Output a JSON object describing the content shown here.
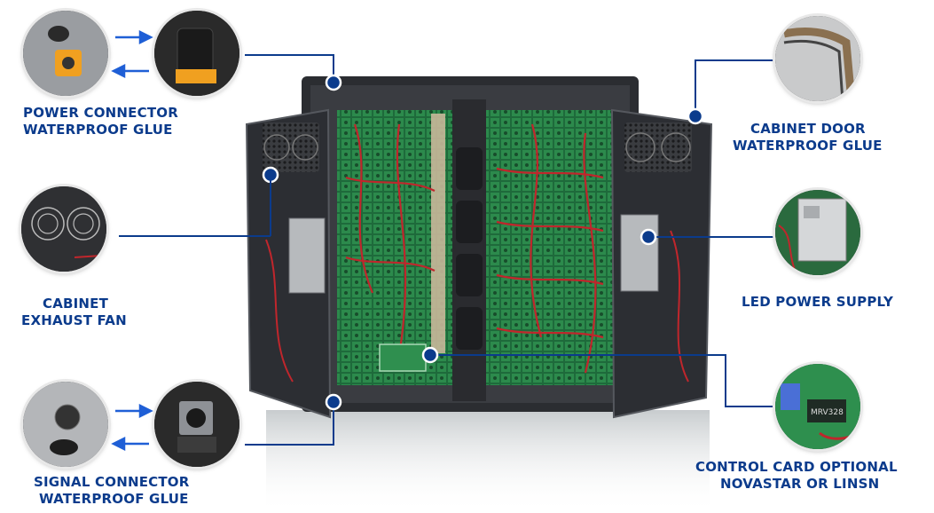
{
  "labels": {
    "power_connector": [
      "POWER CONNECTOR",
      "WATERPROOF GLUE"
    ],
    "cabinet_exhaust_fan": [
      "CABINET",
      "EXHAUST FAN"
    ],
    "signal_connector": [
      "SIGNAL CONNECTOR",
      "WATERPROOF GLUE"
    ],
    "cabinet_door": [
      "CABINET DOOR",
      "WATERPROOF GLUE"
    ],
    "led_power_supply": [
      "LED POWER SUPPLY"
    ],
    "control_card": [
      "CONTROL CARD OPTIONAL",
      "NOVASTAR OR LINSN"
    ]
  },
  "control_card_chip_text": "MRV328",
  "colors": {
    "label_text": "#0b3b8c",
    "callout_line": "#0b3b8c",
    "arrow": "#1f5fd6",
    "cabinet_frame": "#2b2d31",
    "led_board": "#1f6b3a",
    "cable_red": "#c0262c",
    "power_connector_orange": "#f0a020"
  }
}
